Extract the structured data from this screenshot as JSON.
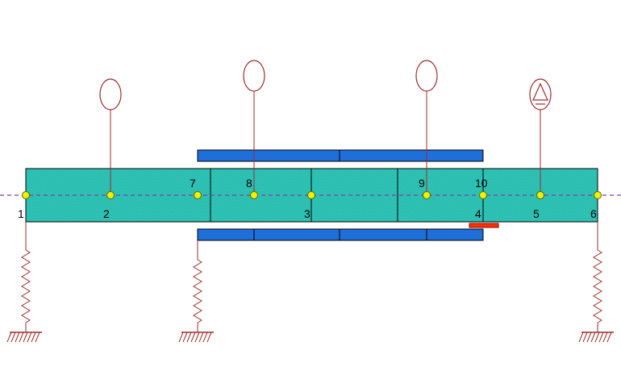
{
  "diagram": {
    "colors": {
      "shaft_fill": "#2ec4b6",
      "sleeve_fill": "#1e6fd9",
      "outline": "#000000",
      "node_fill": "#f0f000",
      "support_line": "#9b2d2d",
      "centerline": "#7a3fae",
      "marker": "#ff3300"
    },
    "nodes": [
      {
        "id": "1",
        "label": "1",
        "icon": "node-dot-icon"
      },
      {
        "id": "2",
        "label": "2",
        "icon": "node-dot-icon"
      },
      {
        "id": "7",
        "label": "7",
        "icon": "node-dot-icon"
      },
      {
        "id": "8",
        "label": "8",
        "icon": "node-dot-icon"
      },
      {
        "id": "3",
        "label": "3",
        "icon": "node-dot-icon"
      },
      {
        "id": "9",
        "label": "9",
        "icon": "node-dot-icon"
      },
      {
        "id": "10",
        "label": "10",
        "icon": "node-dot-icon"
      },
      {
        "id": "4",
        "label": "4",
        "icon": "node-dot-icon"
      },
      {
        "id": "5",
        "label": "5",
        "icon": "node-dot-icon"
      },
      {
        "id": "6",
        "label": "6",
        "icon": "node-dot-icon"
      }
    ],
    "disks": [
      {
        "id": "disk-node-2",
        "icon": "circle-disk-icon"
      },
      {
        "id": "disk-node-8",
        "icon": "circle-disk-icon"
      },
      {
        "id": "disk-node-9",
        "icon": "circle-disk-icon"
      },
      {
        "id": "disk-node-5",
        "icon": "triangle-disk-icon"
      }
    ],
    "springs": [
      {
        "id": "spring-node-1",
        "icon": "spring-ground-icon"
      },
      {
        "id": "spring-node-7",
        "icon": "spring-ground-icon"
      },
      {
        "id": "spring-node-6",
        "icon": "spring-ground-icon"
      }
    ]
  }
}
